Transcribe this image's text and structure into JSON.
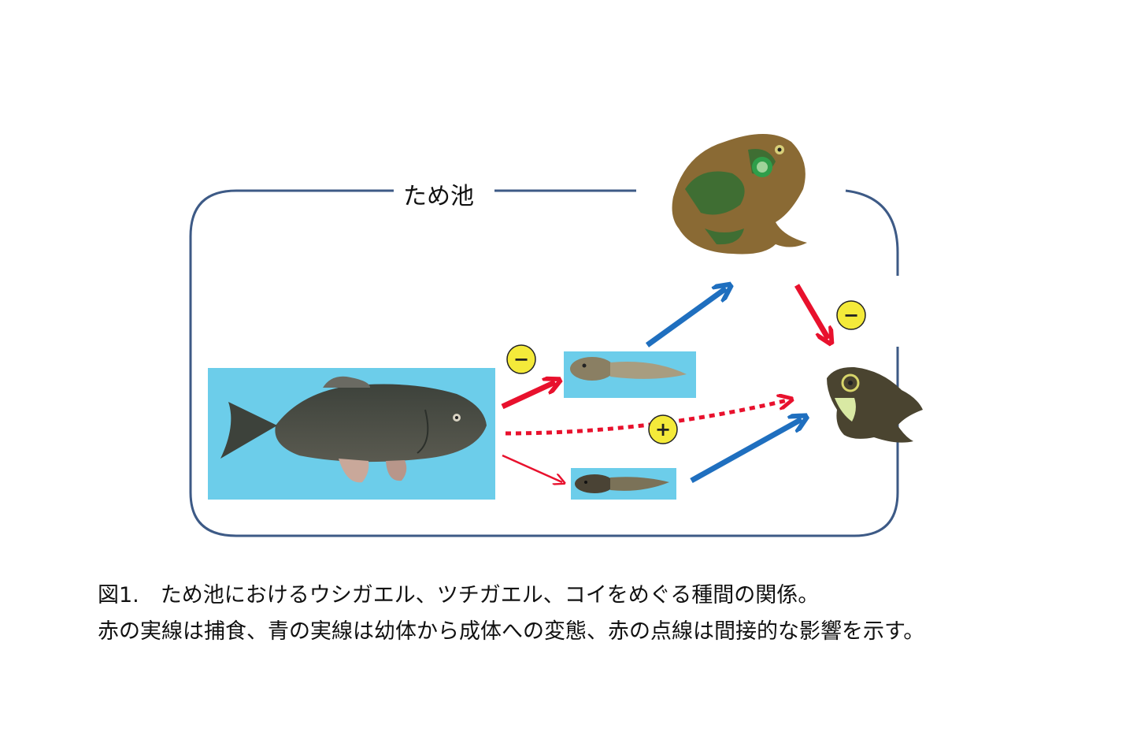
{
  "pond": {
    "label": "ため池"
  },
  "badges": {
    "minus": "−",
    "plus": "+"
  },
  "caption": {
    "line1": "図1.　ため池におけるウシガエル、ツチガエル、コイをめぐる種間の関係。",
    "line2": "赤の実線は捕食、青の実線は幼体から成体への変態、赤の点線は間接的な影響を示す。"
  },
  "colors": {
    "frame": "#3d5a86",
    "predation": "#e8112d",
    "metamorphosis": "#1f6fbf",
    "badge_fill": "#f4ea3a",
    "water": "#6ccdea"
  },
  "icons": [
    "carp-icon",
    "bullfrog-tadpole-icon",
    "tsuchigaeru-tadpole-icon",
    "bullfrog-icon",
    "tsuchigaeru-frog-icon"
  ]
}
